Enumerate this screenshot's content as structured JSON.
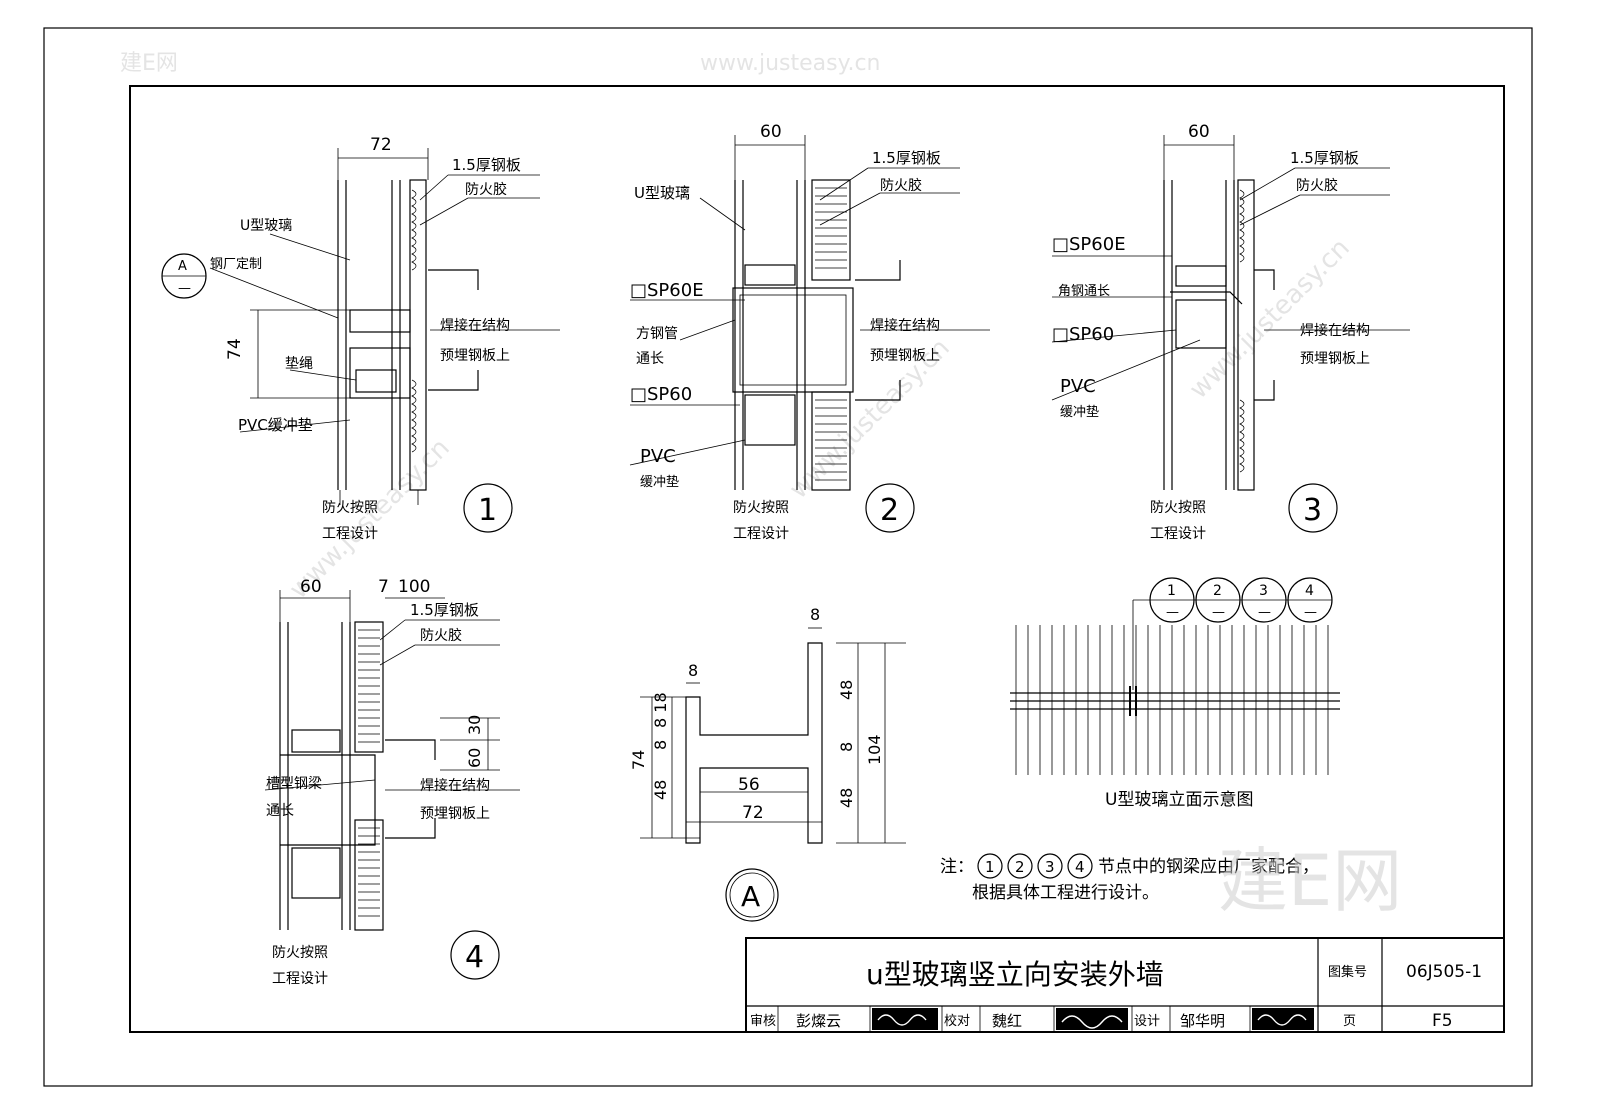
{
  "watermark": {
    "site": "www.justeasy.cn",
    "logo": "建E网"
  },
  "details": {
    "d1": {
      "number": "1",
      "dim_width": "72",
      "dim_height": "74",
      "callouts": [
        "1.5厚钢板",
        "防火胶",
        "U型玻璃",
        "钢厂定制",
        "垫绳",
        "PVC缓冲垫",
        "焊接在结构",
        "预埋钢板上",
        "防火按照",
        "工程设计"
      ],
      "ref_top": "A",
      "ref_bottom": "—"
    },
    "d2": {
      "number": "2",
      "dim_width": "60",
      "callouts": [
        "1.5厚钢板",
        "防火胶",
        "U型玻璃",
        "□SP60E",
        "方钢管",
        "通长",
        "□SP60",
        "PVC",
        "缓冲垫",
        "焊接在结构",
        "预埋钢板上",
        "防火按照",
        "工程设计"
      ]
    },
    "d3": {
      "number": "3",
      "dim_width": "60",
      "callouts": [
        "1.5厚钢板",
        "防火胶",
        "□SP60E",
        "角钢通长",
        "□SP60",
        "PVC",
        "缓冲垫",
        "焊接在结构",
        "预埋钢板上",
        "防火按照",
        "工程设计"
      ]
    },
    "d4": {
      "number": "4",
      "dim_width": "60",
      "dim_gap": "7",
      "dim_steel": "100",
      "dim_30": "30",
      "dim_60": "60",
      "callouts": [
        "1.5厚钢板",
        "防火胶",
        "槽型钢梁",
        "通长",
        "焊接在结构",
        "预埋钢板上",
        "防火按照",
        "工程设计"
      ]
    },
    "dA": {
      "label": "A",
      "dims": {
        "top_web": "8",
        "flange": "8",
        "d18": "8 18",
        "d8": "8",
        "d48a": "48",
        "d74": "74",
        "inner": "56",
        "outer": "72",
        "r48a": "48",
        "r8": "8",
        "r48b": "48",
        "r104": "104"
      }
    }
  },
  "elevation": {
    "title": "U型玻璃立面示意图",
    "bubbles": [
      "1",
      "2",
      "3",
      "4"
    ],
    "bubble_sub": "—"
  },
  "note": {
    "prefix": "注：",
    "circled": [
      "1",
      "2",
      "3",
      "4"
    ],
    "line1": "节点中的钢梁应由厂家配合，",
    "line2": "根据具体工程进行设计。"
  },
  "title_block": {
    "title": "u型玻璃竖立向安装外墙",
    "atlas_label": "图集号",
    "atlas_no": "06J505-1",
    "page_label": "页",
    "page_no": "F5",
    "review_label": "审核",
    "reviewer": "彭燦云",
    "check_label": "校对",
    "checker": "魏红",
    "design_label": "设计",
    "designer": "邹华明"
  }
}
